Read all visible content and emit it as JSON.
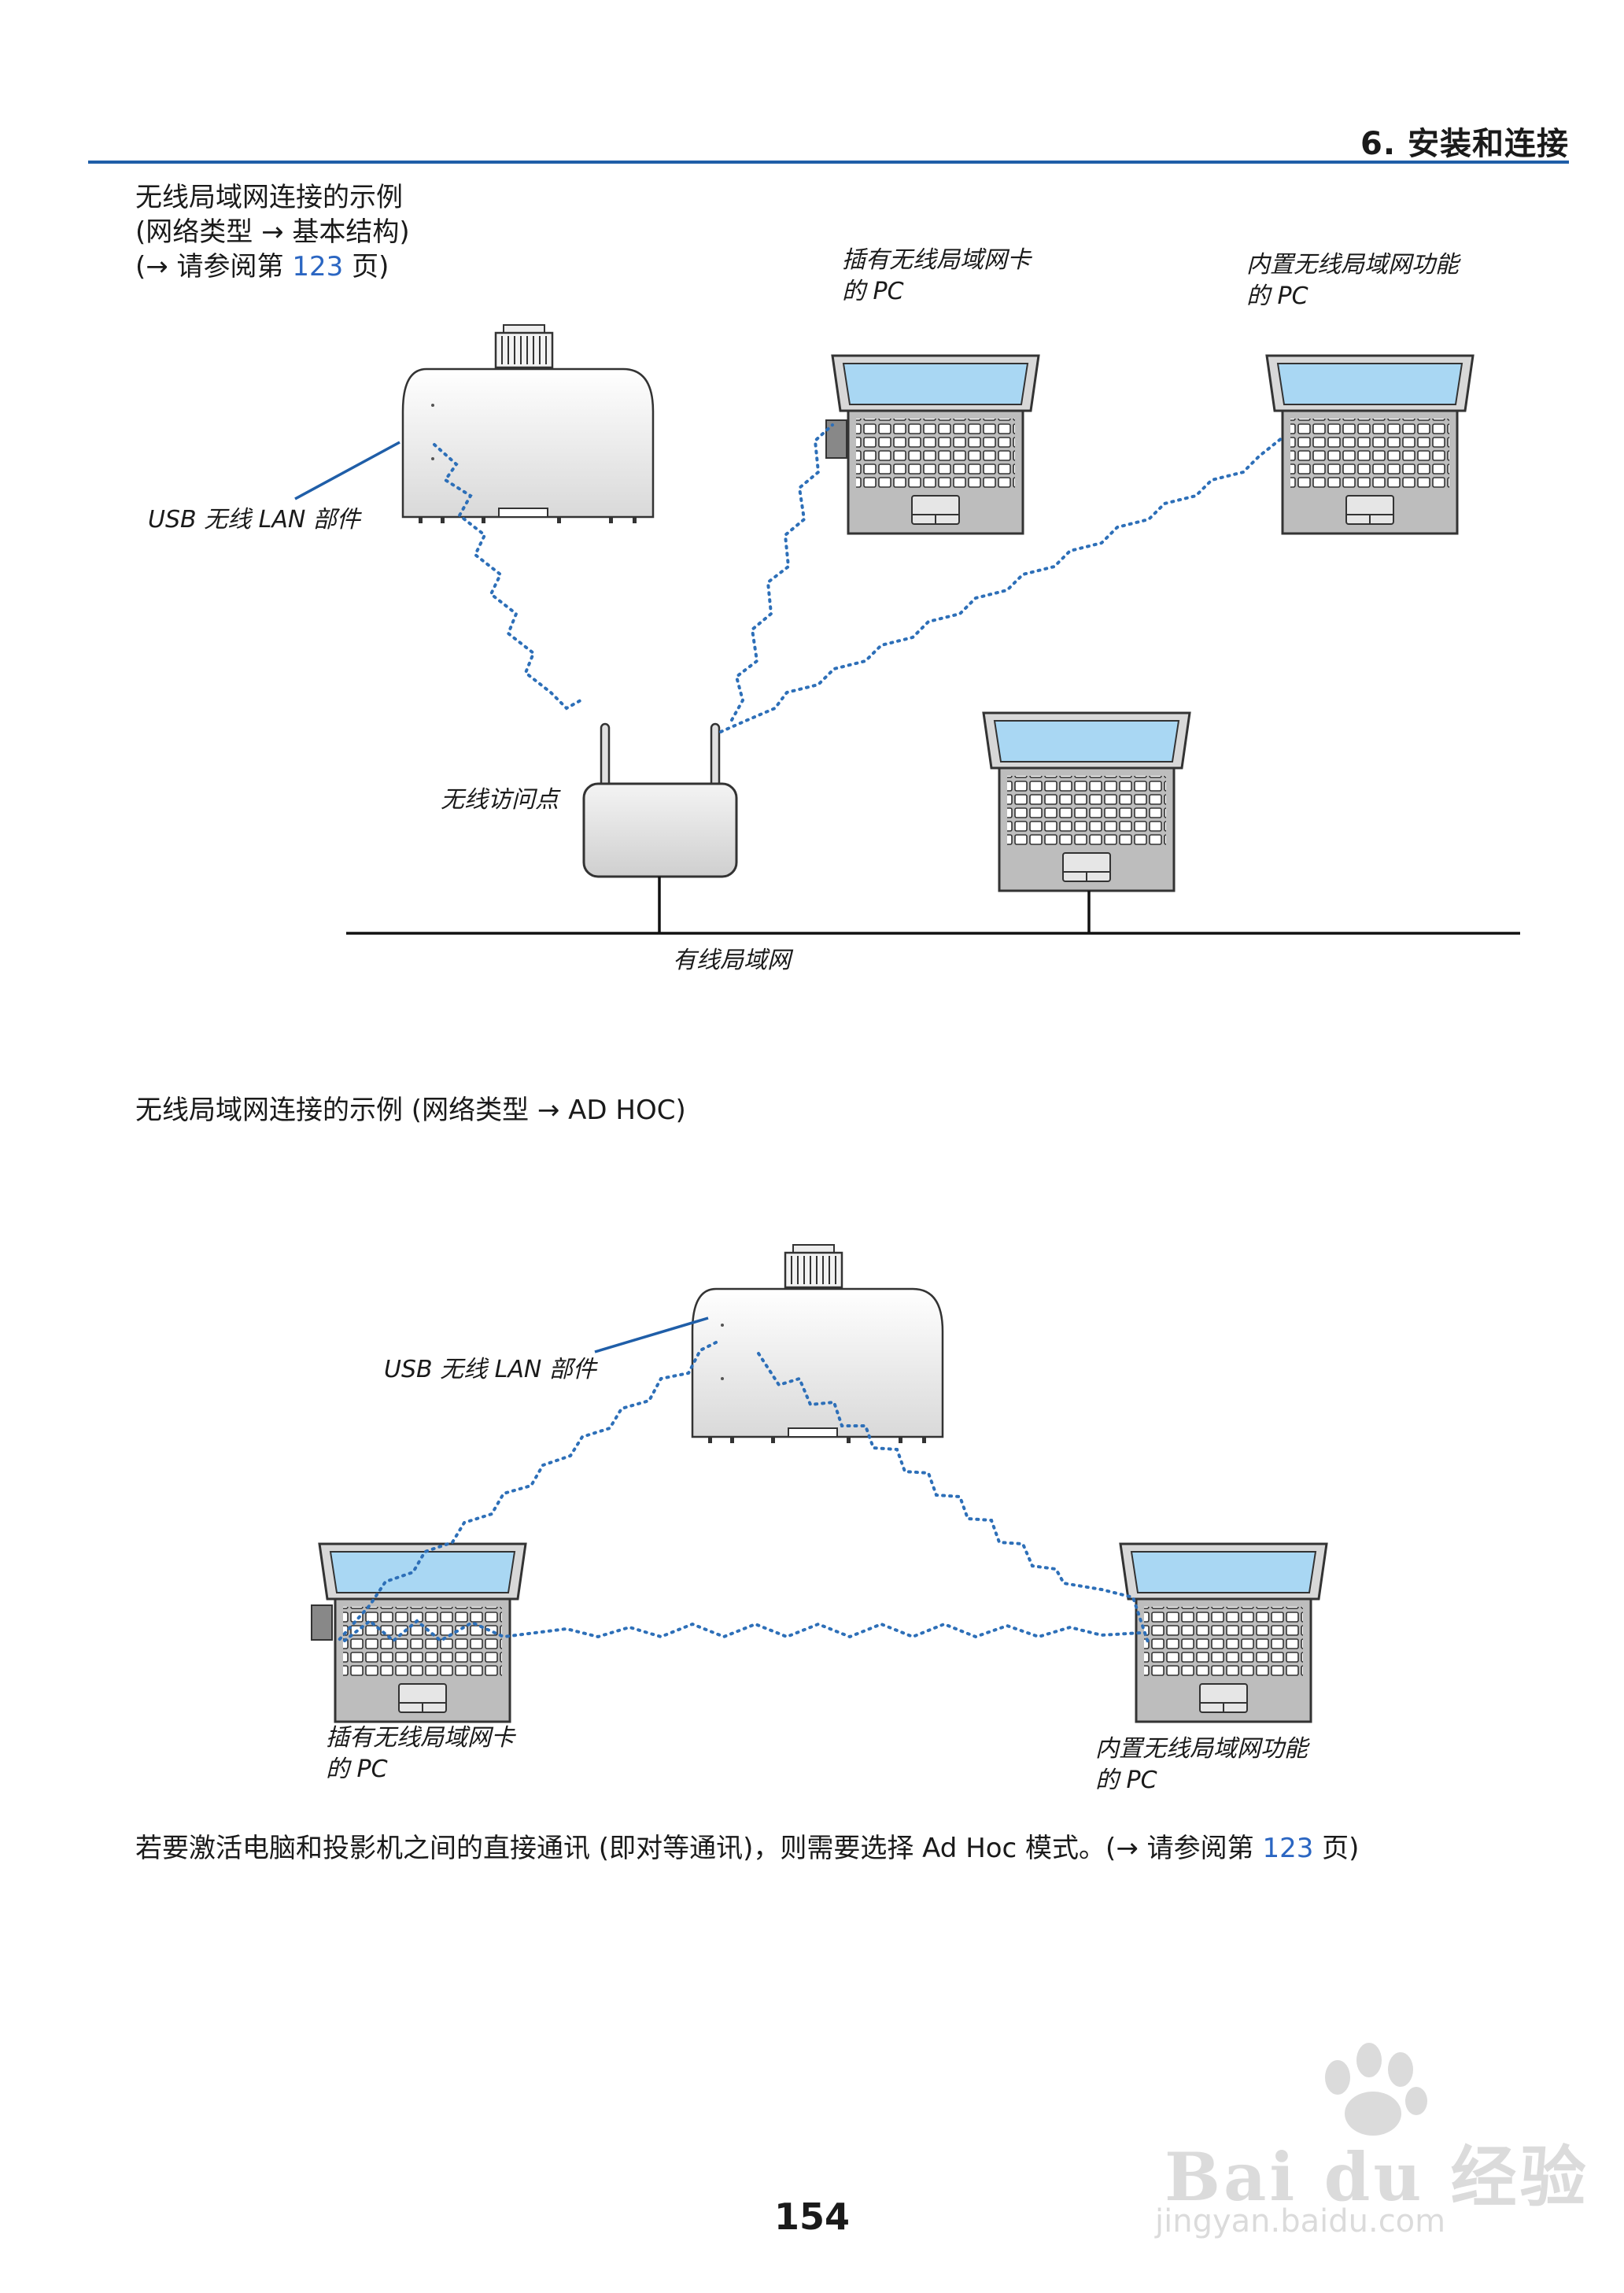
{
  "header": {
    "chapter": "6. 安装和连接"
  },
  "section1": {
    "line1": "无线局域网连接的示例",
    "line2": "(网络类型 → 基本结构)",
    "line3_pre": "(→ 请参阅第 ",
    "line3_link": "123",
    "line3_post": " 页)",
    "labels": {
      "pc_card_1": "插有无线局域网卡",
      "pc_card_2": "的 PC",
      "pc_builtin_1": "内置无线局域网功能",
      "pc_builtin_2": "的 PC",
      "usb_unit": "USB 无线 LAN 部件",
      "access_point": "无线访问点",
      "wired_lan": "有线局域网"
    }
  },
  "section2": {
    "heading": "无线局域网连接的示例 (网络类型 → AD HOC)",
    "labels": {
      "usb_unit": "USB 无线 LAN 部件",
      "pc_card_1": "插有无线局域网卡",
      "pc_card_2": "的 PC",
      "pc_builtin_1": "内置无线局域网功能",
      "pc_builtin_2": "的 PC"
    }
  },
  "note": {
    "pre": "若要激活电脑和投影机之间的直接通讯 (即对等通讯)，则需要选择 Ad Hoc 模式。(→ 请参阅第 ",
    "link": "123",
    "post": " 页)"
  },
  "footer": {
    "page_number": "154"
  },
  "watermark": {
    "brand": "Bai du 经验",
    "url": "jingyan.baidu.com"
  },
  "colors": {
    "accent": "#1f5ea8",
    "link": "#2b66c2",
    "signal": "#2d6fb8"
  }
}
